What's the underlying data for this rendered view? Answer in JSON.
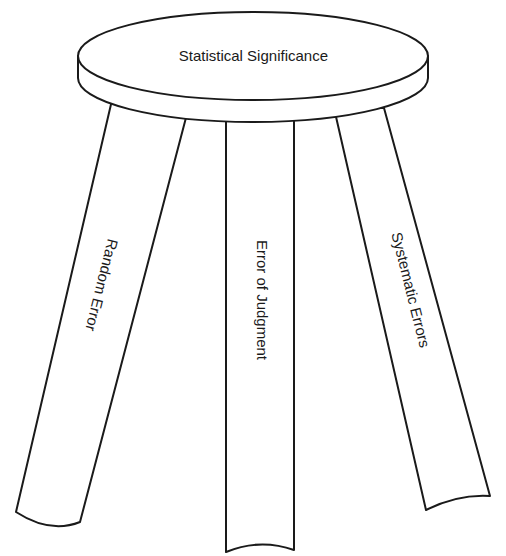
{
  "diagram": {
    "nodes": [
      {
        "text": [
          "Statistical Significance"
        ]
      },
      {
        "text": [
          "Random Error"
        ]
      },
      {
        "text": [
          "Error of Judgment"
        ]
      },
      {
        "text": [
          "Systematic Errors"
        ]
      }
    ]
  }
}
